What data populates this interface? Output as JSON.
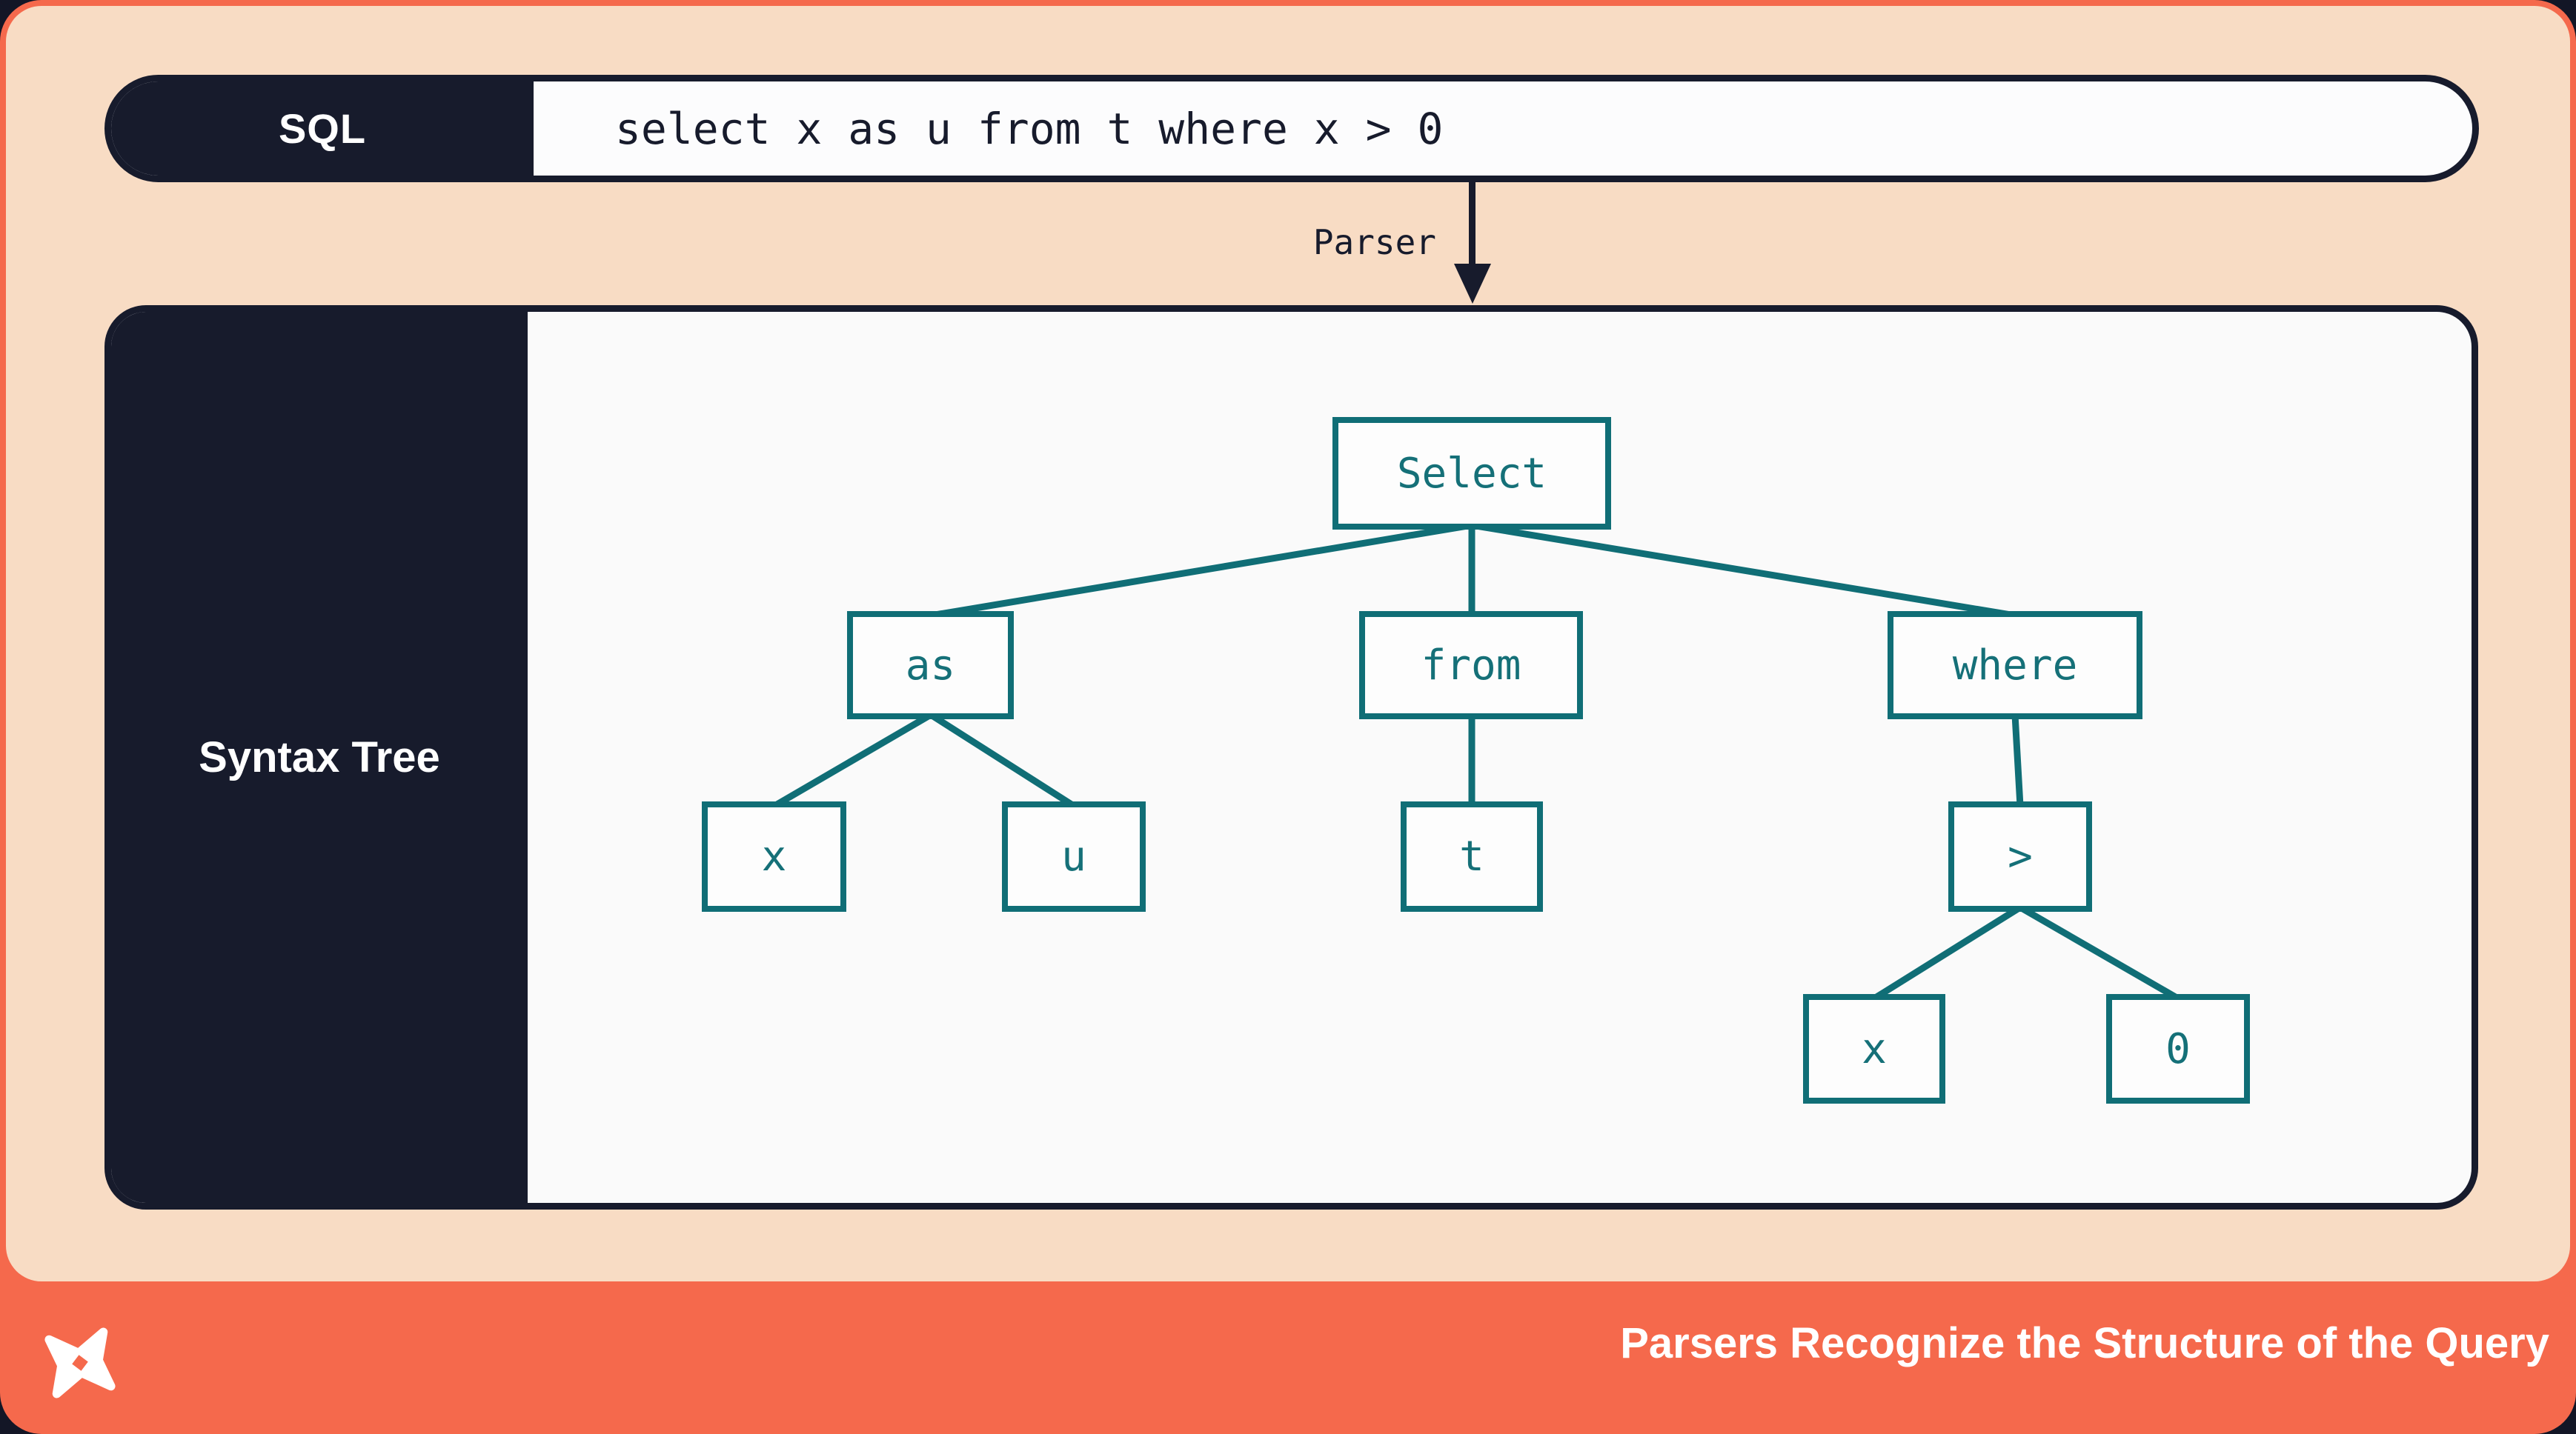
{
  "colors": {
    "canvas_dark": "#131626",
    "orange": "#f5694c",
    "peach": "#f8dcc4",
    "navy": "#171b2c",
    "teal": "#157078",
    "box_fill": "#fafafa",
    "white": "#ffffff"
  },
  "sql_bar": {
    "label": "SQL",
    "query": "select x as u from t where x > 0"
  },
  "parser": {
    "label": "Parser"
  },
  "syntax_tree_panel": {
    "label": "Syntax Tree"
  },
  "tree": {
    "label": "Select",
    "children": [
      {
        "label": "as",
        "children": [
          {
            "label": "x"
          },
          {
            "label": "u"
          }
        ]
      },
      {
        "label": "from",
        "children": [
          {
            "label": "t"
          }
        ]
      },
      {
        "label": "where",
        "children": [
          {
            "label": ">",
            "children": [
              {
                "label": "x"
              },
              {
                "label": "0"
              }
            ]
          }
        ]
      }
    ]
  },
  "footer": {
    "logo": "pinwheel-x-logo",
    "title": "Parsers Recognize the Structure of the Query"
  }
}
